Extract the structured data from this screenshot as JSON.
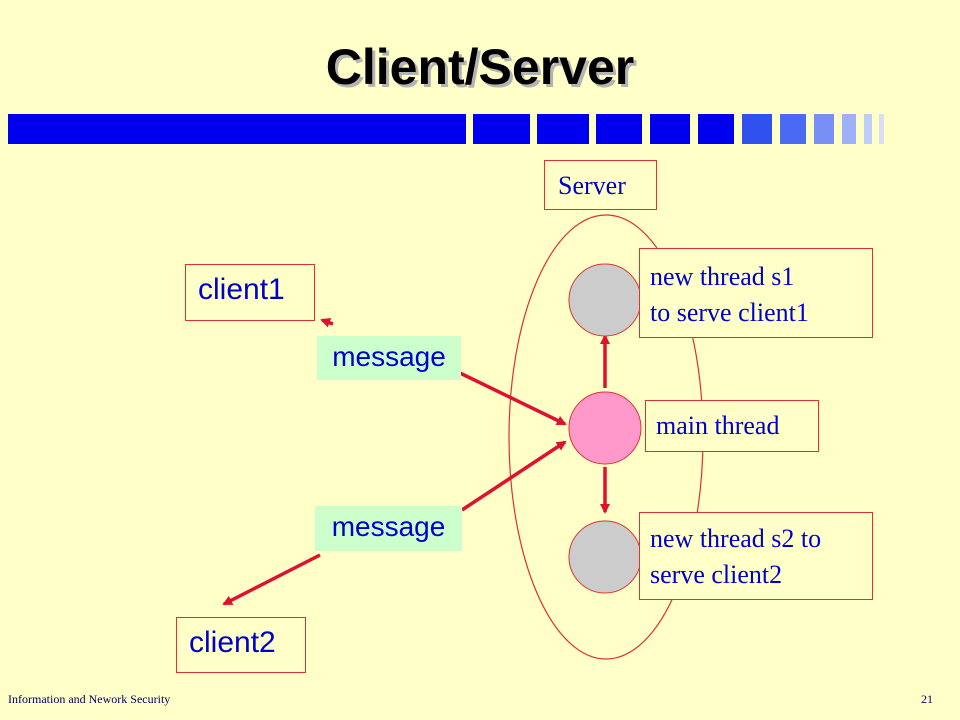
{
  "title": "Client/Server",
  "labels": {
    "server": "Server",
    "client1": "client1",
    "client2": "client2",
    "thread_s1_line1": "new thread s1",
    "thread_s1_line2": "to serve client1",
    "main_thread": "main thread",
    "thread_s2_line1": "new thread s2 to",
    "thread_s2_line2": "serve client2",
    "message1": "message",
    "message2": "message"
  },
  "footer": {
    "left": "Information and Nework Security",
    "right": "21"
  },
  "colors": {
    "background": "#ffffc8",
    "title_bar": "#0000ee",
    "text_blue": "#0000cc",
    "arrow_red": "#e01030",
    "main_thread_fill": "#ff99cc",
    "worker_thread_fill": "#cccccc",
    "message_fill": "#ccffcc"
  }
}
